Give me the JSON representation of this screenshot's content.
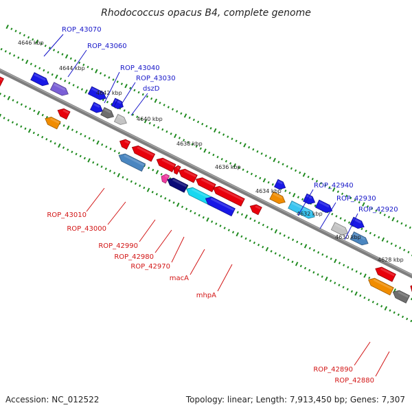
{
  "title": "Rhodococcus opacus B4, complete genome",
  "footer": {
    "accession": "Accession: NC_012522",
    "summary": "Topology: linear; Length: 7,913,450 bp; Genes: 7,307"
  },
  "colors": {
    "backbone": "#808080",
    "tick": "#1e8a1e",
    "plus_label": "#1414c8",
    "minus_label": "#d21414",
    "red": "#e8000c",
    "blue": "#1818e6",
    "steel": "#4a86c0",
    "violet": "#7a5fd6",
    "orange": "#f08c00",
    "cyan": "#18d8f0",
    "sky": "#38c4f0",
    "navy": "#0a0a78",
    "magenta": "#f03ca0",
    "dark_gray": "#6e6e6e",
    "light_gray": "#c4c4c4"
  },
  "kbp_labels": [
    "4646 kbp",
    "4644 kbp",
    "4642 kbp",
    "4640 kbp",
    "4638 kbp",
    "4636 kbp",
    "4634 kbp",
    "4632 kbp",
    "4630 kbp",
    "4628 kbp"
  ],
  "plus_labels": [
    "ROP_43070",
    "ROP_43060",
    "ROP_43040",
    "ROP_43030",
    "dszD",
    "ROP_42940",
    "ROP_42930",
    "ROP_42920"
  ],
  "minus_labels": [
    "ROP_43010",
    "ROP_43000",
    "ROP_42990",
    "ROP_42980",
    "ROP_42970",
    "macA",
    "mhpA",
    "ROP_42890",
    "ROP_42880"
  ],
  "features_plus": [
    {
      "color": "blue",
      "lane": 1,
      "dir": "right"
    },
    {
      "color": "violet",
      "lane": 1,
      "dir": "right"
    },
    {
      "color": "blue",
      "lane": 2,
      "dir": "right"
    },
    {
      "color": "blue",
      "lane": 1,
      "dir": "right"
    },
    {
      "color": "blue",
      "lane": 2,
      "dir": "right"
    },
    {
      "color": "dark_gray",
      "lane": 1,
      "dir": "right"
    },
    {
      "color": "light_gray",
      "lane": 1,
      "dir": "right"
    },
    {
      "color": "blue",
      "lane": 2,
      "dir": "right"
    },
    {
      "color": "orange",
      "lane": 1,
      "dir": "right"
    },
    {
      "color": "sky",
      "lane": 1,
      "dir": "right"
    },
    {
      "color": "blue",
      "lane": 2,
      "dir": "right"
    },
    {
      "color": "blue",
      "lane": 2,
      "dir": "right"
    },
    {
      "color": "blue",
      "lane": 2,
      "dir": "right"
    },
    {
      "color": "light_gray",
      "lane": 1,
      "dir": "right"
    },
    {
      "color": "steel",
      "lane": 1,
      "dir": "right"
    },
    {
      "color": "blue",
      "lane": 2,
      "dir": "right"
    },
    {
      "color": "red",
      "lane": 1,
      "dir": "right"
    }
  ],
  "features_minus": [
    {
      "color": "red",
      "lane": 1,
      "dir": "left"
    },
    {
      "color": "red",
      "lane": 1,
      "dir": "left"
    },
    {
      "color": "orange",
      "lane": 2,
      "dir": "left"
    },
    {
      "color": "red",
      "lane": 1,
      "dir": "left"
    },
    {
      "color": "red",
      "lane": 1,
      "dir": "left"
    },
    {
      "color": "steel",
      "lane": 2,
      "dir": "left"
    },
    {
      "color": "red",
      "lane": 1,
      "dir": "left"
    },
    {
      "color": "red",
      "lane": 1,
      "dir": "left"
    },
    {
      "color": "red",
      "lane": 1,
      "dir": "left"
    },
    {
      "color": "magenta",
      "lane": 2,
      "dir": "left"
    },
    {
      "color": "navy",
      "lane": 2,
      "dir": "left"
    },
    {
      "color": "red",
      "lane": 1,
      "dir": "left"
    },
    {
      "color": "cyan",
      "lane": 2,
      "dir": "left"
    },
    {
      "color": "blue",
      "lane": 2,
      "dir": "left"
    },
    {
      "color": "red",
      "lane": 1,
      "dir": "left"
    },
    {
      "color": "red",
      "lane": 1,
      "dir": "left"
    },
    {
      "color": "red",
      "lane": 1,
      "dir": "left"
    },
    {
      "color": "orange",
      "lane": 2,
      "dir": "left"
    },
    {
      "color": "dark_gray",
      "lane": 2,
      "dir": "left"
    },
    {
      "color": "red",
      "lane": 1,
      "dir": "left"
    }
  ]
}
